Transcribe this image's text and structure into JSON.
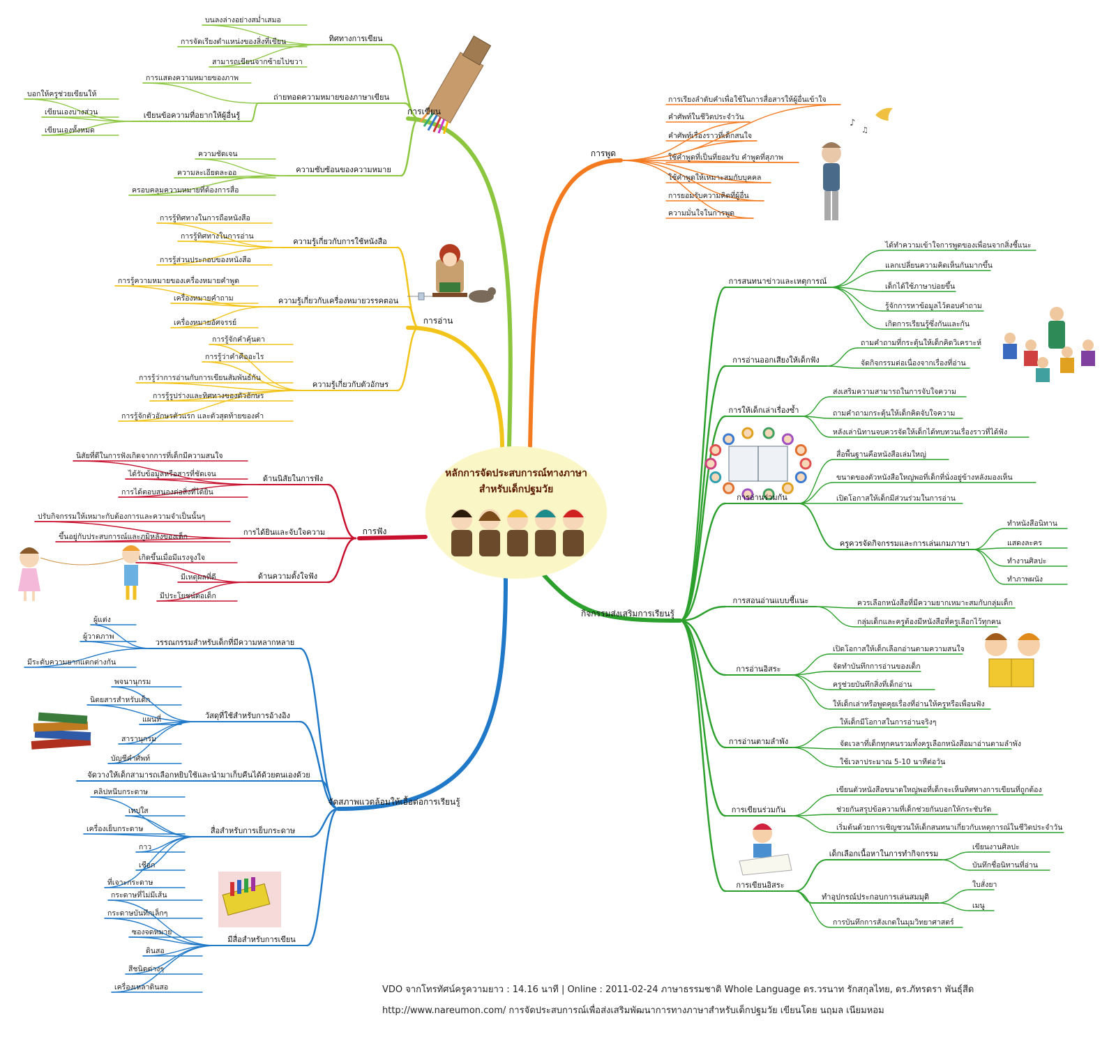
{
  "center": {
    "title_line1": "หลักการจัดประสบการณ์ทางภาษา",
    "title_line2": "สำหรับเด็กปฐมวัย"
  },
  "colors": {
    "writing": "#8cc63f",
    "reading": "#f2c318",
    "listening": "#c8102e",
    "environment": "#1f78c8",
    "speaking": "#f47a20",
    "activities": "#2ca02c"
  },
  "branches": [
    {
      "id": "writing",
      "label": "การเขียน",
      "subs": [
        {
          "label": "ทิศทางการเขียน",
          "leaves": [
            "บนลงล่างอย่างสม่ำเสมอ",
            "การจัดเรียงตำแหน่งของสิ่งที่เขียน",
            "สามารถเขียนจากซ้ายไปขวา"
          ]
        },
        {
          "label": "ถ่ายทอดความหมายของภาษาเขียน",
          "leaves": [
            "การแสดงความหมายของภาพ"
          ],
          "subsubs": [
            {
              "label": "เขียนข้อความที่อยากให้ผู้อื่นรู้",
              "leaves": [
                "บอกให้ครูช่วยเขียนให้",
                "เขียนเองบางส่วน",
                "เขียนเองทั้งหมด"
              ]
            }
          ]
        },
        {
          "label": "ความซับซ้อนของความหมาย",
          "leaves": [
            "ความชัดเจน",
            "ความละเอียดละออ",
            "ครอบคลุมความหมายที่ต้องการสื่อ"
          ]
        }
      ]
    },
    {
      "id": "reading",
      "label": "การอ่าน",
      "subs": [
        {
          "label": "ความรู้เกี่ยวกับการใช้หนังสือ",
          "leaves": [
            "การรู้ทิศทางในการถือหนังสือ",
            "การรู้ทิศทางในการอ่าน",
            "การรู้ส่วนประกอบของหนังสือ"
          ]
        },
        {
          "label": "ความรู้เกี่ยวกับเครื่องหมายวรรคตอน",
          "leaves": [
            "การรู้ความหมายของเครื่องหมายคำพูด",
            "เครื่องหมายคำถาม",
            "เครื่องหมายอัศจรรย์"
          ]
        },
        {
          "label": "ความรู้เกี่ยวกับตัวอักษร",
          "leaves": [
            "การรู้จักคำคุ้นตา",
            "การรู้ว่าคำคืออะไร",
            "การรู้ว่าการอ่านกับการเขียนสัมพันธ์กัน",
            "การรู้รูปร่างและทิศทางของตัวอักษร",
            "การรู้จักตัวอักษรตัวแรก และตัวสุดท้ายของคำ"
          ]
        }
      ]
    },
    {
      "id": "listening",
      "label": "การฟัง",
      "subs": [
        {
          "label": "ด้านนิสัยในการฟัง",
          "leaves": [
            "นิสัยที่ดีในการฟังเกิดจากการที่เด็กมีความสนใจ",
            "ได้รับข้อมูลหรือสารที่ชัดเจน",
            "การได้ตอบสนองต่อสิ่งที่ได้ยิน"
          ]
        },
        {
          "label": "การได้ยินและจับใจความ",
          "leaves": [
            "ปรับกิจกรรมให้เหมาะกับต้องการและความจำเป็นนั้นๆ",
            "ขึ้นอยู่กับประสบการณ์และภูมิหลังของเด็ก"
          ]
        },
        {
          "label": "ด้านความตั้งใจฟัง",
          "leaves": [
            "เกิดขึ้นเมื่อมีแรงจูงใจ",
            "มีเหตุผลที่ดี",
            "มีประโยชน์ต่อเด็ก"
          ]
        }
      ]
    },
    {
      "id": "environment",
      "label": "จัดสภาพแวดล้อมให้เอื้อต่อการเรียนรู้",
      "subs": [
        {
          "label": "วรรณกรรมสำหรับเด็กที่มีความหลากหลาย",
          "leaves": [
            "ผู้แต่ง",
            "ผู้วาดภาพ",
            "มีระดับความยากแตกต่างกัน"
          ]
        },
        {
          "label": "วัสดุที่ใช้สำหรับการอ้างอิง",
          "leaves": [
            "พจนานุกรม",
            "นิตยสารสำหรับเด็ก",
            "แผนที่",
            "สารานุกรม",
            "บัญชีคำศัพท์"
          ]
        },
        {
          "label": "จัดวางให้เด็กสามารถเลือกหยิบใช้และนำมาเก็บคืนได้ด้วยตนเองด้วย",
          "leaves": []
        },
        {
          "label": "สื่อสำหรับการเย็บกระดาษ",
          "leaves": [
            "คลิปหนีบกระดาษ",
            "เทปใส",
            "เครื่องเย็บกระดาษ",
            "กาว",
            "เชือก",
            "ที่เจาะกระดาษ"
          ]
        },
        {
          "label": "มีสื่อสำหรับการเขียน",
          "leaves": [
            "กระดาษที่ไม่มีเส้น",
            "กระดาษบันทึกเล็กๆ",
            "ซองจดหมาย",
            "ดินสอ",
            "สีชนิดต่างๆ",
            "เครื่องเหลาดินสอ"
          ]
        }
      ]
    },
    {
      "id": "speaking",
      "label": "การพูด",
      "leaves": [
        "การเรียงลำดับคำเพื่อใช้ในการสื่อสารให้ผู้อื่นเข้าใจ",
        "คำศัพท์ในชีวิตประจำวัน",
        "คำศัพท์เรื่องราวที่เด็กสนใจ",
        "ใช้คำพูดที่เป็นที่ยอมรับ คำพูดที่สุภาพ",
        "ใช้คำพูดให้เหมาะสมกับบุคคล",
        "การยอมรับความคิดที่ผู้อื่น",
        "ความมั่นใจในการพูด"
      ]
    },
    {
      "id": "activities",
      "label": "กิจกรรมส่งเสริมการเรียนรู้",
      "subs": [
        {
          "label": "การสนทนาข่าวและเหตุการณ์",
          "leaves": [
            "ได้ทำความเข้าใจการพูดของเพื่อนจากสิ่งชี้แนะ",
            "แลกเปลี่ยนความคิดเห็นกันมากขึ้น",
            "เด็กได้ใช้ภาษาบ่อยขึ้น",
            "รู้จักการหาข้อมูลไว้ตอบคำถาม",
            "เกิดการเรียนรู้ซึ่งกันและกัน"
          ]
        },
        {
          "label": "การอ่านออกเสียงให้เด็กฟัง",
          "leaves": [
            "ถามคำถามที่กระตุ้นให้เด็กคิดวิเคราะห์",
            "จัดกิจกรรมต่อเนื่องจากเรื่องที่อ่าน"
          ]
        },
        {
          "label": "การให้เด็กเล่าเรื่องซ้ำ",
          "leaves": [
            "ส่งเสริมความสามารถในการจับใจความ",
            "ถามคำถามกระตุ้นให้เด็กคิดจับใจความ",
            "หลังเล่านิทานจบควรจัดให้เด็กได้ทบทวนเรื่องราวที่ได้ฟัง"
          ]
        },
        {
          "label": "การอ่านร่วมกัน",
          "leaves": [
            "สื่อพื้นฐานคือหนังสือเล่มใหญ่",
            "ขนาดของตัวหนังสือใหญ่พอที่เด็กที่นั่งอยู่ข้างหลังมองเห็น",
            "เปิดโอกาสให้เด็กมีส่วนร่วมในการอ่าน"
          ],
          "subsubs": [
            {
              "label": "ครูควรจัดกิจกรรมและการเล่นเกมภาษา",
              "leaves": [
                "ทำหนังสือนิทาน",
                "แสดงละคร",
                "ทำงานศิลปะ",
                "ทำภาพผนัง"
              ]
            }
          ]
        },
        {
          "label": "การสอนอ่านแบบชี้แนะ",
          "leaves": [
            "ควรเลือกหนังสือที่มีความยากเหมาะสมกับกลุ่มเด็ก",
            "กลุ่มเด็กและครูต้องมีหนังสือที่ครูเลือกไว้ทุกคน"
          ]
        },
        {
          "label": "การอ่านอิสระ",
          "leaves": [
            "เปิดโอกาสให้เด็กเลือกอ่านตามความสนใจ",
            "จัดทำบันทึกการอ่านของเด็ก",
            "ครูช่วยบันทึกสิ่งที่เด็กอ่าน",
            "ให้เด็กเล่าหรือพูดคุยเรื่องที่อ่านให้ครูหรือเพื่อนฟัง"
          ]
        },
        {
          "label": "การอ่านตามลำพัง",
          "leaves": [
            "ให้เด็กมีโอกาสในการอ่านจริงๆ",
            "จัดเวลาที่เด็กทุกคนรวมทั้งครูเลือกหนังสือมาอ่านตามลำพัง",
            "ใช้เวลาประมาณ 5-10 นาทีต่อวัน"
          ]
        },
        {
          "label": "การเขียนร่วมกัน",
          "leaves": [
            "เขียนตัวหนังสือขนาดใหญ่พอที่เด็กจะเห็นทิศทางการเขียนที่ถูกต้อง",
            "ช่วยกันสรุปข้อความที่เด็กช่วยกันบอกให้กระชับรัด",
            "เริ่มต้นด้วยการเชิญชวนให้เด็กสนทนาเกี่ยวกับเหตุการณ์ในชีวิตประจำวัน"
          ]
        },
        {
          "label": "การเขียนอิสระ",
          "leaves": [
            "การบันทึกการสังเกตในมุมวิทยาศาสตร์"
          ],
          "subsubs": [
            {
              "label": "เด็กเลือกเนื้อหาในการทำกิจกรรม",
              "leaves": [
                "เขียนงานศิลปะ",
                "บันทึกชื่อนิทานที่อ่าน"
              ]
            },
            {
              "label": "ทำอุปกรณ์ประกอบการเล่นสมมุติ",
              "leaves": [
                "ใบสั่งยา",
                "เมนู"
              ]
            }
          ]
        }
      ]
    }
  ],
  "footer": {
    "line1": "VDO จากโทรทัศน์ครูความยาว : 14.16 นาที | Online : 2011-02-24    ภาษาธรรมชาติ Whole Language ดร.วรนาท รักสกุลไทย, ดร.ภัทรดรา พันธุ์สีด",
    "line2": "http://www.nareumon.com/   การจัดประสบการณ์เพื่อส่งเสริมพัฒนาการทางภาษาสำหรับเด็กปฐมวัย   เขียนโดย นฤมล เนียมหอม"
  }
}
